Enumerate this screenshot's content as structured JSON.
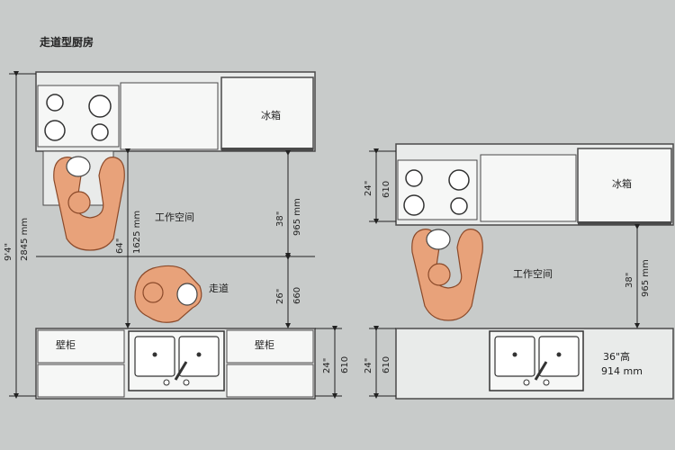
{
  "title": "走道型厨房",
  "left": {
    "fridge": "冰箱",
    "work_space": "工作空间",
    "aisle": "走道",
    "cabinet_left": "壁柜",
    "cabinet_right": "壁柜",
    "dim_total_ft": "9'4\"",
    "dim_total_mm": "2845 mm",
    "dim_64": "64\"",
    "dim_1625": "1625 mm",
    "dim_38": "38\"",
    "dim_965": "965 mm",
    "dim_26": "26\"",
    "dim_660": "660",
    "dim_24": "24\"",
    "dim_610": "610"
  },
  "right": {
    "fridge": "冰箱",
    "work_space": "工作空间",
    "dim_24_top": "24\"",
    "dim_610_top": "610",
    "dim_38": "38\"",
    "dim_965": "965 mm",
    "dim_24_bottom": "24\"",
    "dim_610_bottom": "610",
    "height_label": "36\"高",
    "height_mm": "914 mm"
  },
  "colors": {
    "counter": "#f3f4f3",
    "line": "#4a4a4a",
    "skin": "#e8a27a",
    "skin_edge": "#8b4a2a"
  }
}
